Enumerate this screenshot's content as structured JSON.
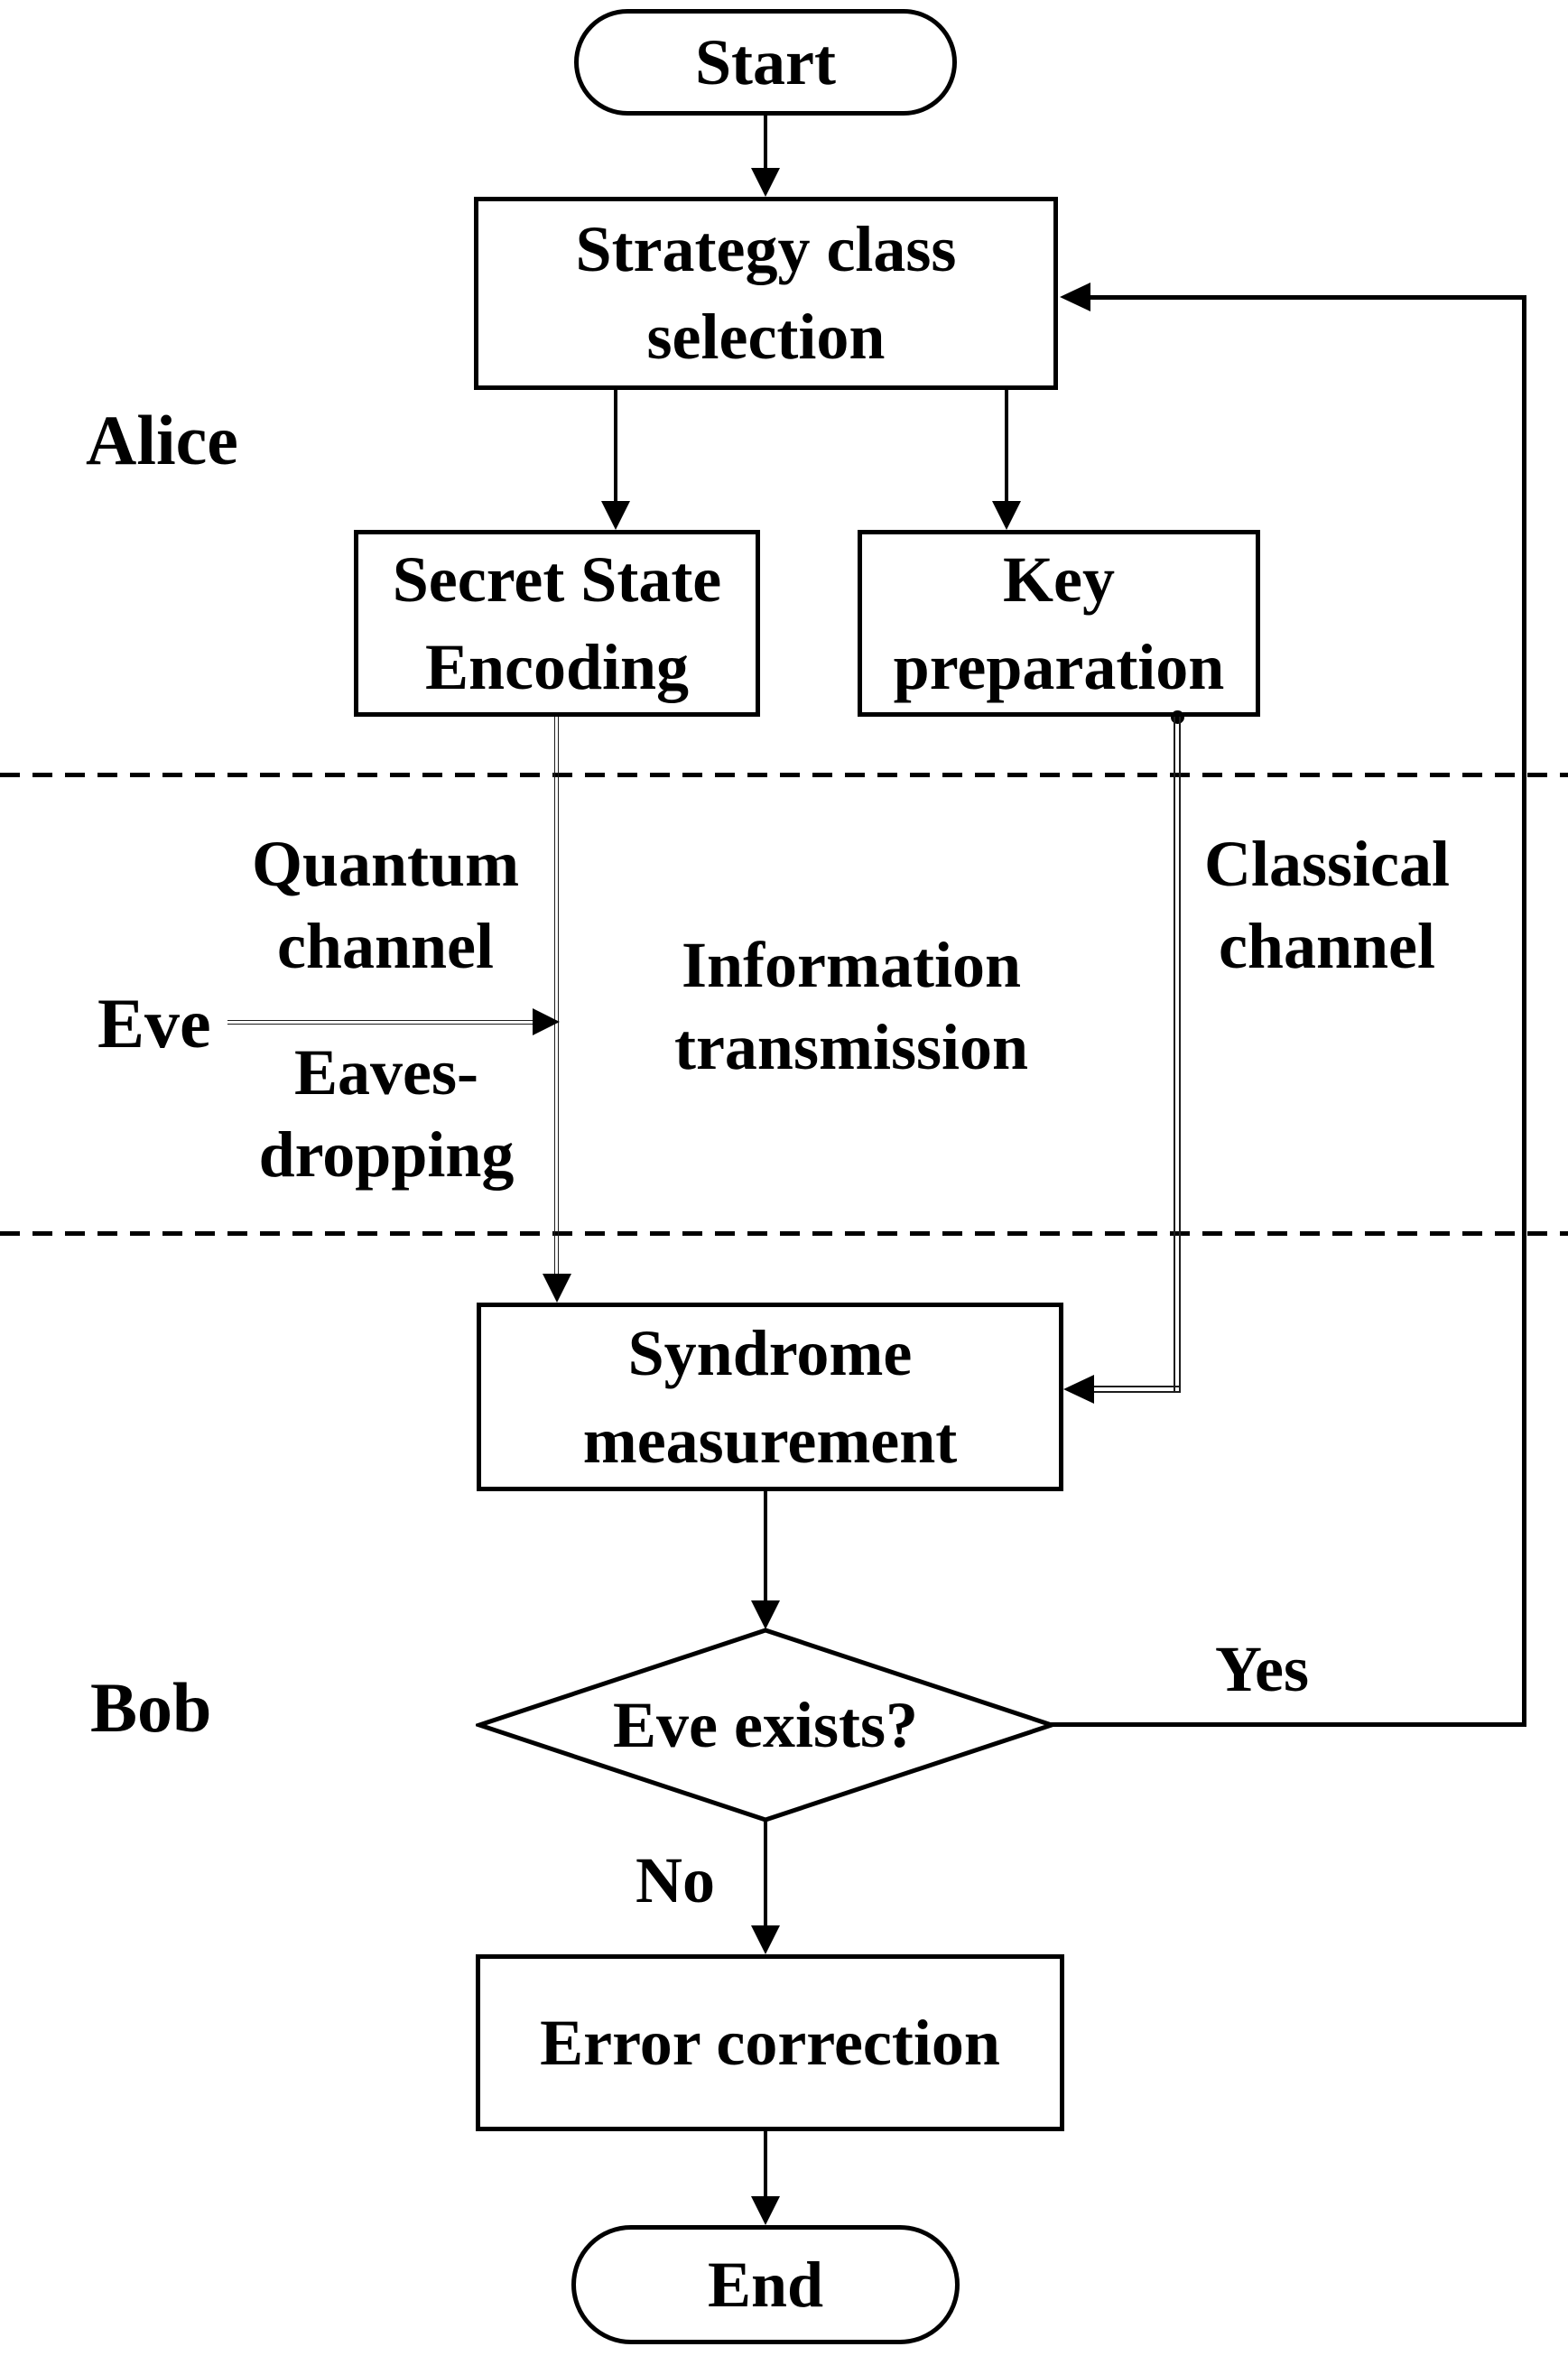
{
  "diagram": {
    "type": "flowchart",
    "colors": {
      "stroke": "#000000",
      "thin_line": "#1c1c1c",
      "background": "#ffffff",
      "text": "#000000"
    },
    "lanes": {
      "alice": "Alice",
      "eve": "Eve",
      "bob": "Bob"
    },
    "nodes": {
      "start": {
        "label": "Start",
        "shape": "terminator"
      },
      "strategy": {
        "line1": "Strategy class",
        "line2": "selection",
        "shape": "process"
      },
      "secret": {
        "line1": "Secret State",
        "line2": "Encoding",
        "shape": "process"
      },
      "keyprep": {
        "line1": "Key",
        "line2": "preparation",
        "shape": "process"
      },
      "syndrome": {
        "line1": "Syndrome",
        "line2": "measurement",
        "shape": "process"
      },
      "decision": {
        "label": "Eve exists?",
        "shape": "decision"
      },
      "error": {
        "label": "Error correction",
        "shape": "process"
      },
      "end": {
        "label": "End",
        "shape": "terminator"
      }
    },
    "channel_labels": {
      "quantum": {
        "line1": "Quantum",
        "line2": "channel"
      },
      "eavesdropping": {
        "line1": "Eaves-",
        "line2": "dropping"
      },
      "information": {
        "line1": "Information",
        "line2": "transmission"
      },
      "classical": {
        "line1": "Classical",
        "line2": "channel"
      }
    },
    "branch_labels": {
      "yes": "Yes",
      "no": "No"
    }
  }
}
